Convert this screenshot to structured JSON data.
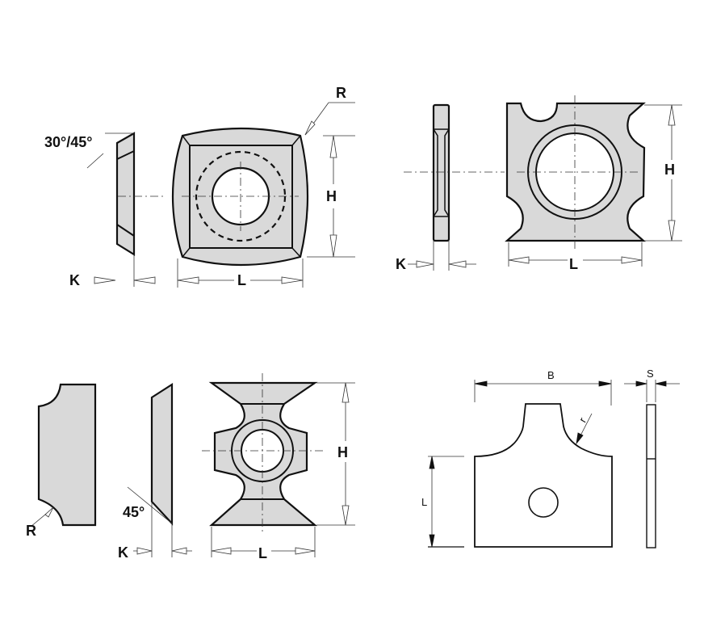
{
  "diagram_top_left": {
    "radius": "R",
    "angle": "30°/45°",
    "height": "H",
    "thickness": "K",
    "length": "L"
  },
  "diagram_top_right": {
    "height": "H",
    "thickness": "K",
    "length": "L"
  },
  "diagram_bottom_left": {
    "radius": "R",
    "angle": "45°",
    "height": "H",
    "thickness": "K",
    "length": "L"
  },
  "diagram_bottom_right": {
    "width": "B",
    "radius": "r",
    "thickness": "S",
    "length": "L"
  },
  "colors": {
    "fill": "#d9d9d9",
    "stroke": "#111111"
  }
}
